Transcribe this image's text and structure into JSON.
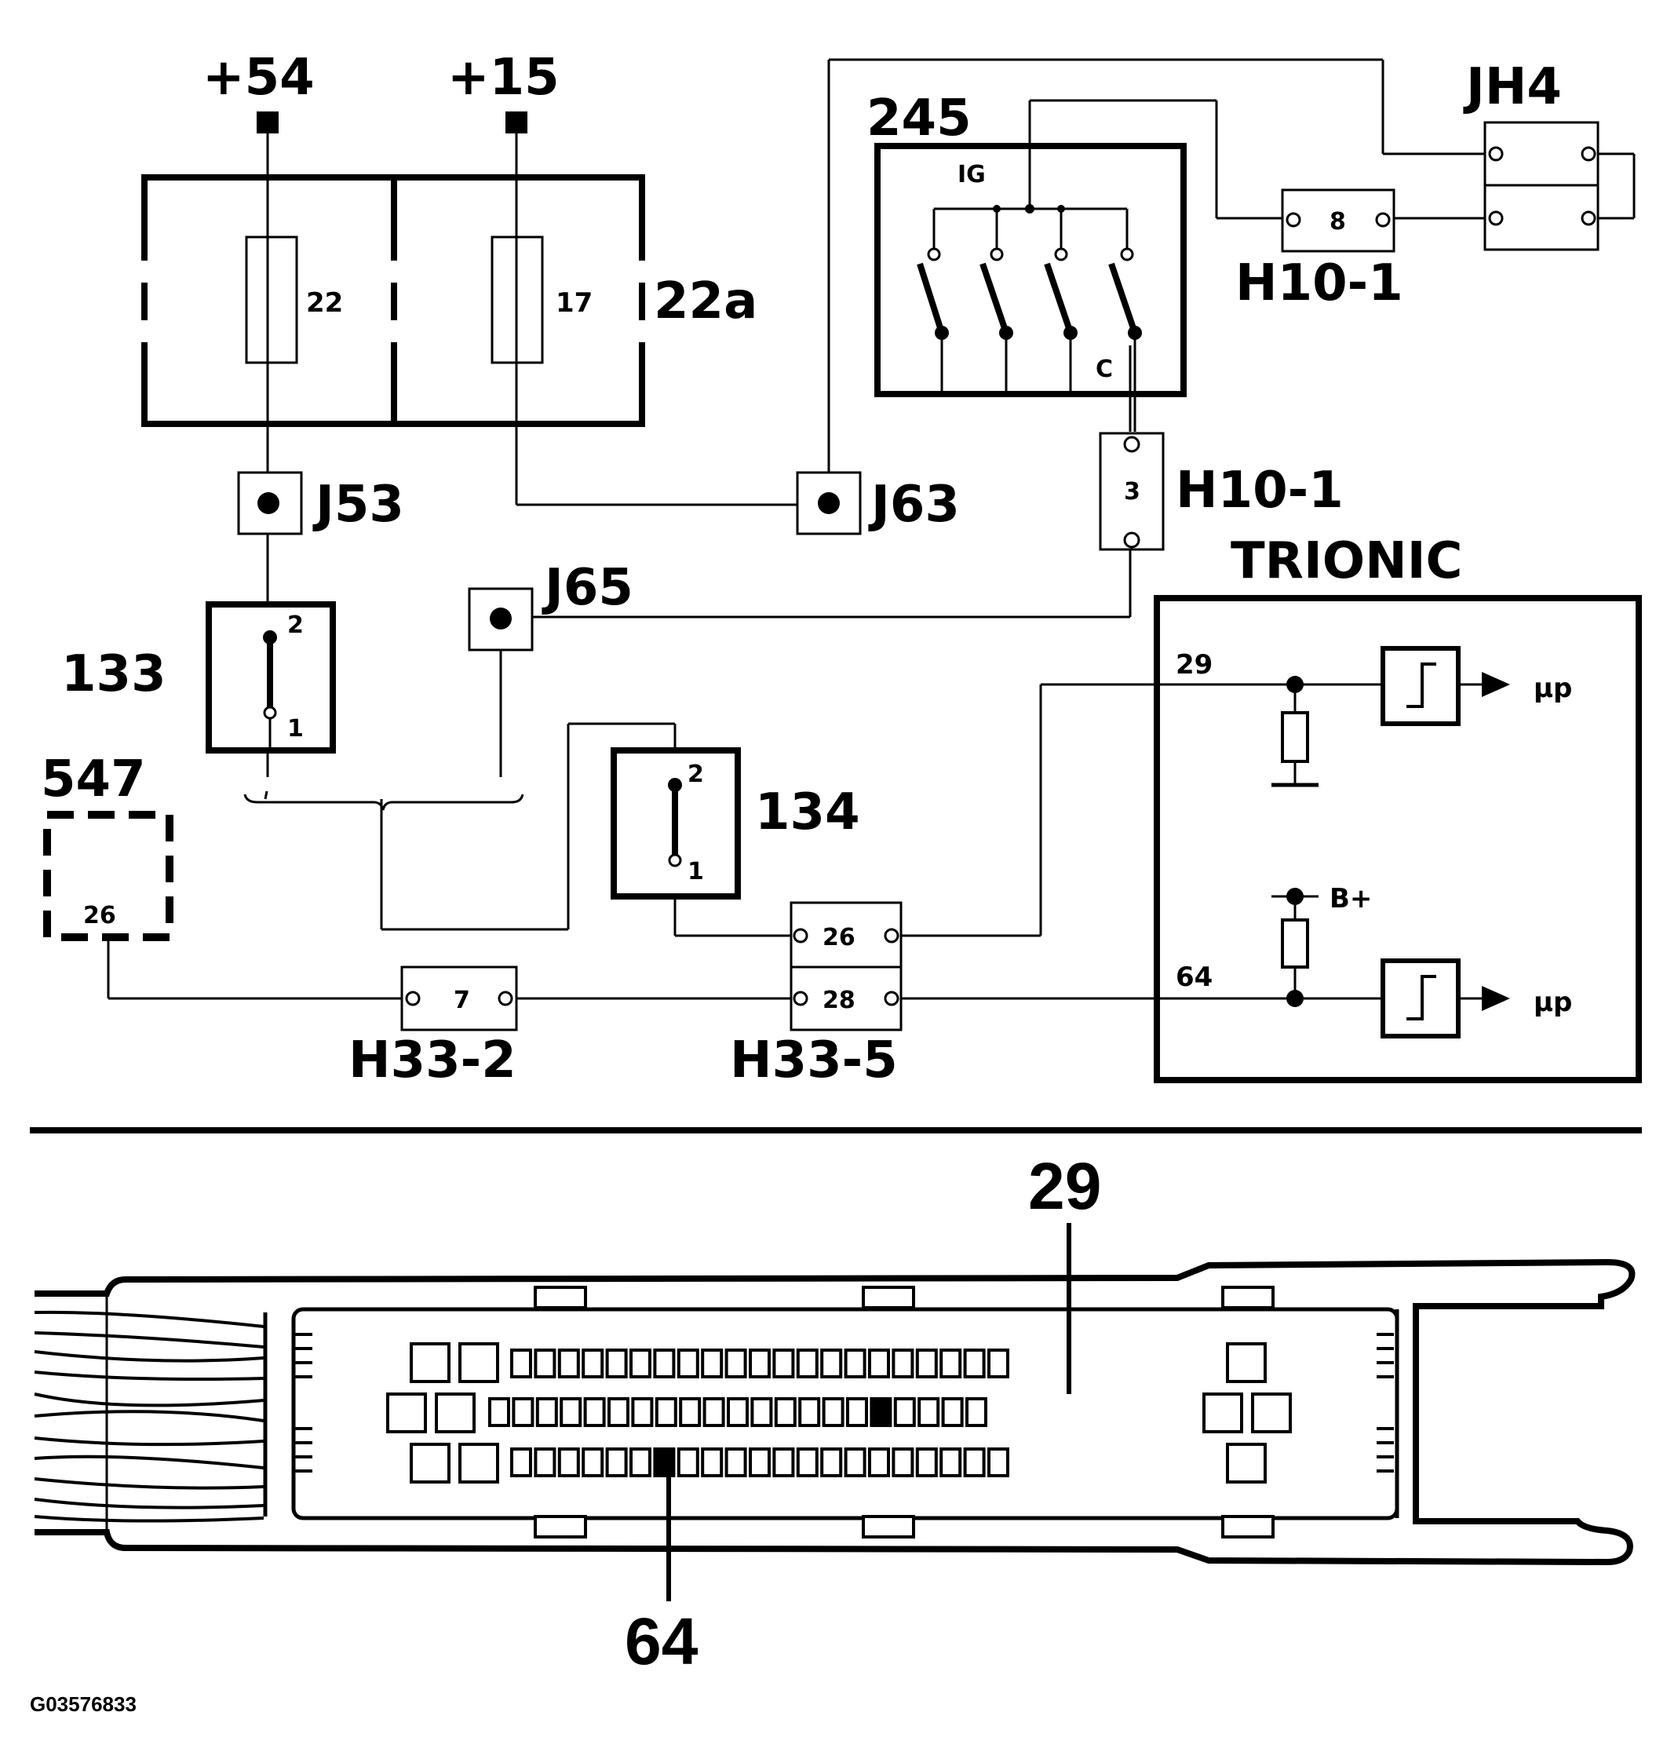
{
  "supplies": {
    "s54": "+54",
    "s15": "+15"
  },
  "fuse_box": {
    "label": "22a",
    "fuse_a": "22",
    "fuse_b": "17"
  },
  "switch": {
    "label": "245",
    "ig": "IG",
    "c": "C"
  },
  "connectors": {
    "jh4": "JH4",
    "h10_top": {
      "label": "H10-1",
      "pin": "8"
    },
    "h10_mid": {
      "label": "H10-1",
      "pin": "3"
    },
    "j53": "J53",
    "j63": "J63",
    "j65": "J65",
    "h33_2": {
      "label": "H33-2",
      "pin": "7"
    },
    "h33_5": {
      "label": "H33-5",
      "pin_a": "26",
      "pin_b": "28"
    }
  },
  "components": {
    "c133": {
      "label": "133",
      "pin_a": "2",
      "pin_b": "1"
    },
    "c134": {
      "label": "134",
      "pin_a": "2",
      "pin_b": "1"
    },
    "c547": {
      "label": "547",
      "pin": "26"
    }
  },
  "ecu": {
    "title": "TRIONIC",
    "pin_29": "29",
    "pin_64": "64",
    "bplus": "B+",
    "out_a": "µp",
    "out_b": "µp"
  },
  "connector_view": {
    "pin_29": "29",
    "pin_64": "64"
  },
  "reference": "G03576833"
}
